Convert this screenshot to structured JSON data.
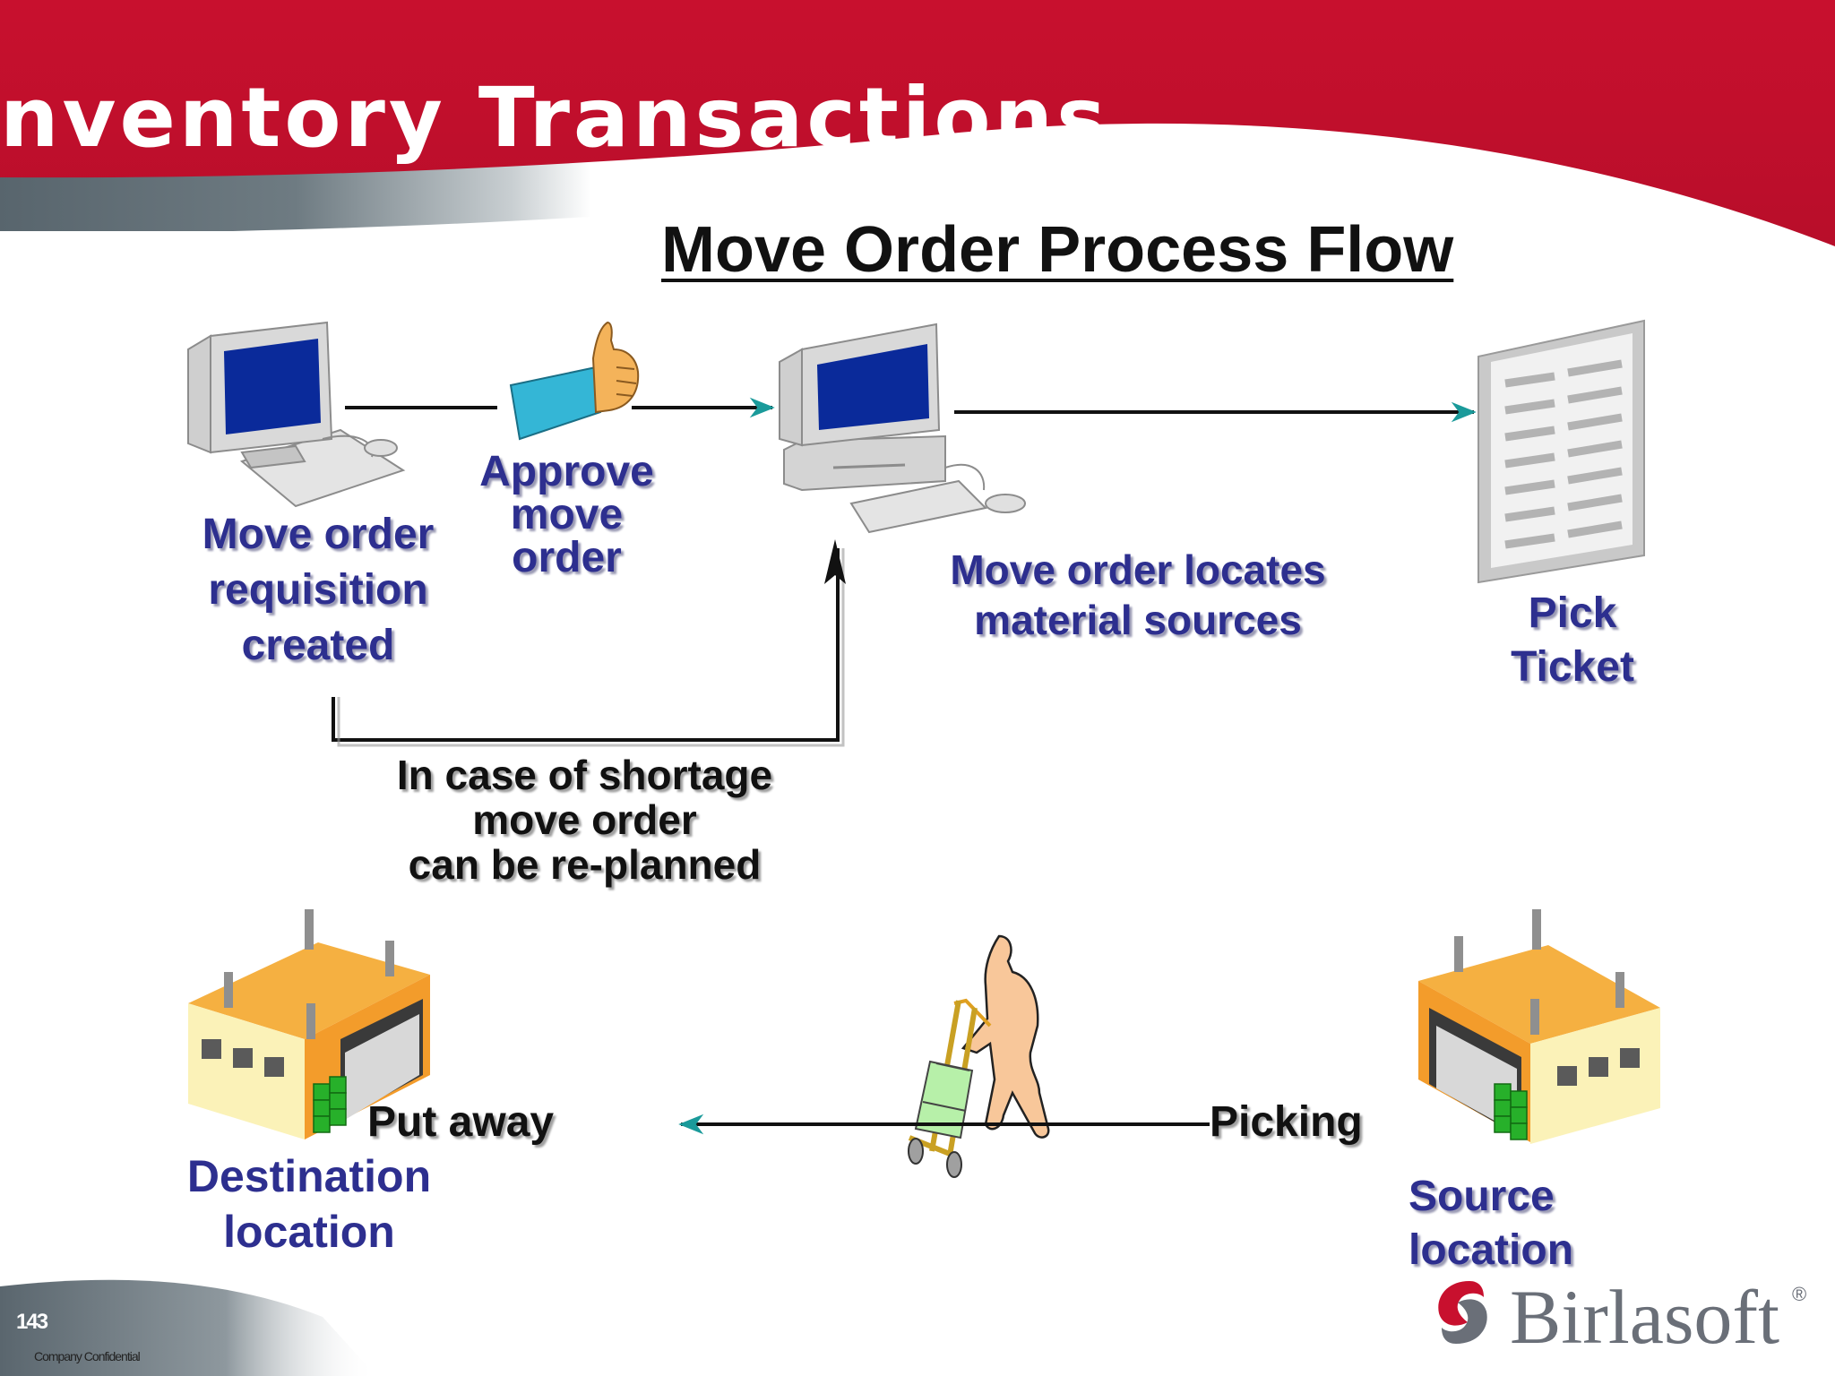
{
  "slide": {
    "title": "nventory Transactions",
    "number": "143",
    "confidential": "Company Confidential"
  },
  "diagram": {
    "title": "Move Order Process Flow",
    "nodes": {
      "requisition": [
        "Move order",
        "requisition",
        "created"
      ],
      "approve": [
        "Approve",
        "move",
        "order"
      ],
      "locate": [
        "Move order locates",
        "material sources"
      ],
      "pick_ticket": [
        "Pick",
        "Ticket"
      ],
      "shortage": [
        "In case of shortage",
        "move order",
        "can be re-planned"
      ],
      "put_away": "Put away",
      "picking": "Picking",
      "destination": [
        "Destination",
        "location"
      ],
      "source": [
        "Source",
        "location"
      ]
    }
  },
  "brand": {
    "name": "Birlasoft",
    "registered": "®"
  },
  "colors": {
    "header_red": "#c8102e",
    "header_gray": "#5a6870",
    "label_blue": "#2d2f8f",
    "arrow_teal": "#1a9a9a",
    "monitor_screen": "#0a2a9a",
    "warehouse_roof": "#f5b041"
  },
  "icons": [
    "computer-icon",
    "thumbs-up-icon",
    "pick-ticket-document-icon",
    "warehouse-icon",
    "worker-hand-truck-icon",
    "birlasoft-logo-icon"
  ]
}
